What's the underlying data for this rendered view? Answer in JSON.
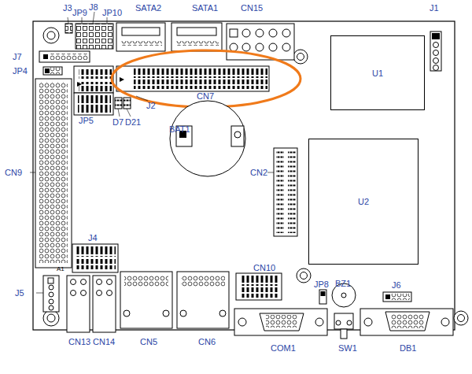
{
  "diagram": {
    "nodes": [
      {
        "text": [
          "U1"
        ]
      },
      {
        "text": [
          "U2"
        ]
      }
    ],
    "labels": [
      "J3",
      "JP9",
      "J8",
      "JP10",
      "SATA2",
      "SATA1",
      "CN15",
      "J1",
      "J7",
      "JP4",
      "CN7",
      "J2",
      "JP5",
      "D7",
      "D21",
      "BAT1",
      "CN9",
      "CN2",
      "A1",
      "J4",
      "CN10",
      "JP8",
      "BZ1",
      "J6",
      "J5",
      "CN13",
      "CN14",
      "CN5",
      "CN6",
      "COM1",
      "SW1",
      "DB1"
    ]
  }
}
